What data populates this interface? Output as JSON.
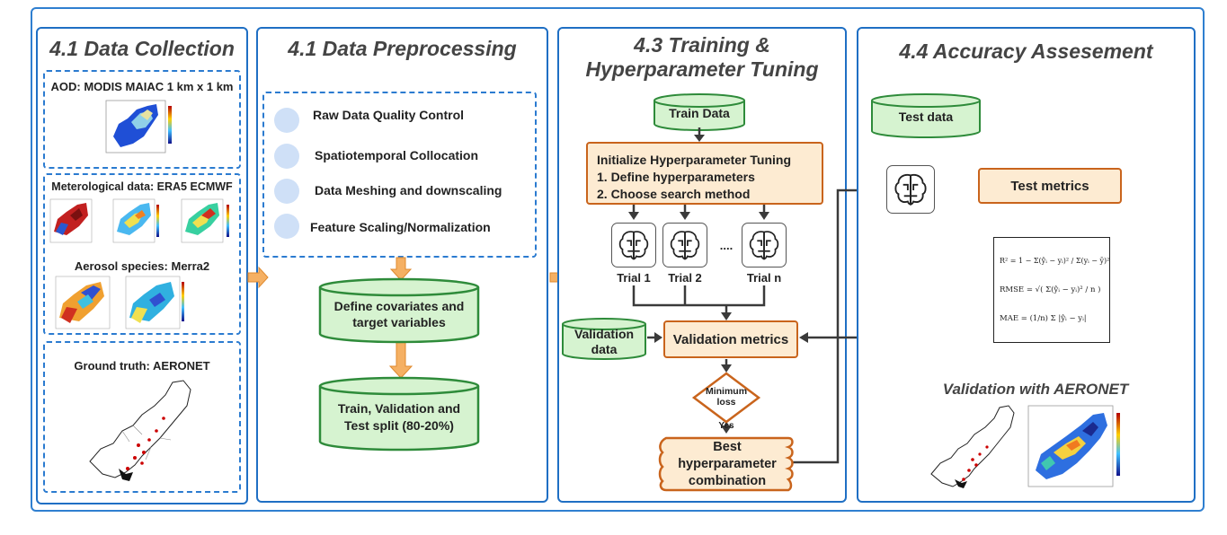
{
  "panels": {
    "collection": {
      "title": "4.1 Data Collection",
      "aod_label": "AOD: MODIS MAIAC 1 km x 1 km",
      "met_label": "Meterological data: ERA5 ECMWF",
      "aerosol_label": "Aerosol species: Merra2",
      "ground_label": "Ground truth: AERONET"
    },
    "preprocessing": {
      "title": "4.1 Data Preprocessing",
      "steps": [
        "Raw Data Quality Control",
        "Spatiotemporal Collocation",
        "Data Meshing and downscaling",
        "Feature Scaling/Normalization"
      ],
      "covariates": "Define covariates and target variables",
      "split": "Train, Validation and Test split (80-20%)"
    },
    "training": {
      "title_line1": "4.3 Training &",
      "title_line2": "Hyperparameter Tuning",
      "train_data": "Train Data",
      "init_title": "Initialize Hyperparameter Tuning",
      "init_step1": "1. Define hyperparameters",
      "init_step2": "2. Choose search method",
      "trials": [
        "Trial 1",
        "Trial 2",
        "Trial n"
      ],
      "ellipsis": "....",
      "validation_data": "Validation data",
      "validation_metrics": "Validation metrics",
      "decision": "Minimum loss",
      "yes": "Yes",
      "best": "Best hyperparameter combination"
    },
    "accuracy": {
      "title": "4.4 Accuracy Assesement",
      "test_data": "Test data",
      "test_metrics": "Test metrics",
      "formula_r2": "R² = 1 − Σ(ŷᵢ − yᵢ)² / Σ(yᵢ − ȳ)²",
      "formula_rmse": "RMSE = √( Σ(ŷᵢ − yᵢ)² / n )",
      "formula_mae": "MAE = (1/n) Σ |ŷᵢ − yᵢ|",
      "validation_caption": "Validation with AERONET"
    }
  },
  "colors": {
    "panel_border": "#1f6fc4",
    "dashed_border": "#2b7bd0",
    "green_fill": "#d6f3d0",
    "green_border": "#2e8b3a",
    "orange_fill": "#fdebd2",
    "orange_border": "#c9641c",
    "arrow_orange": "#f5b063",
    "arrow_dark": "#3a3a3a"
  },
  "icons": [
    "ai-brain-icon",
    "map-thumbnail"
  ]
}
